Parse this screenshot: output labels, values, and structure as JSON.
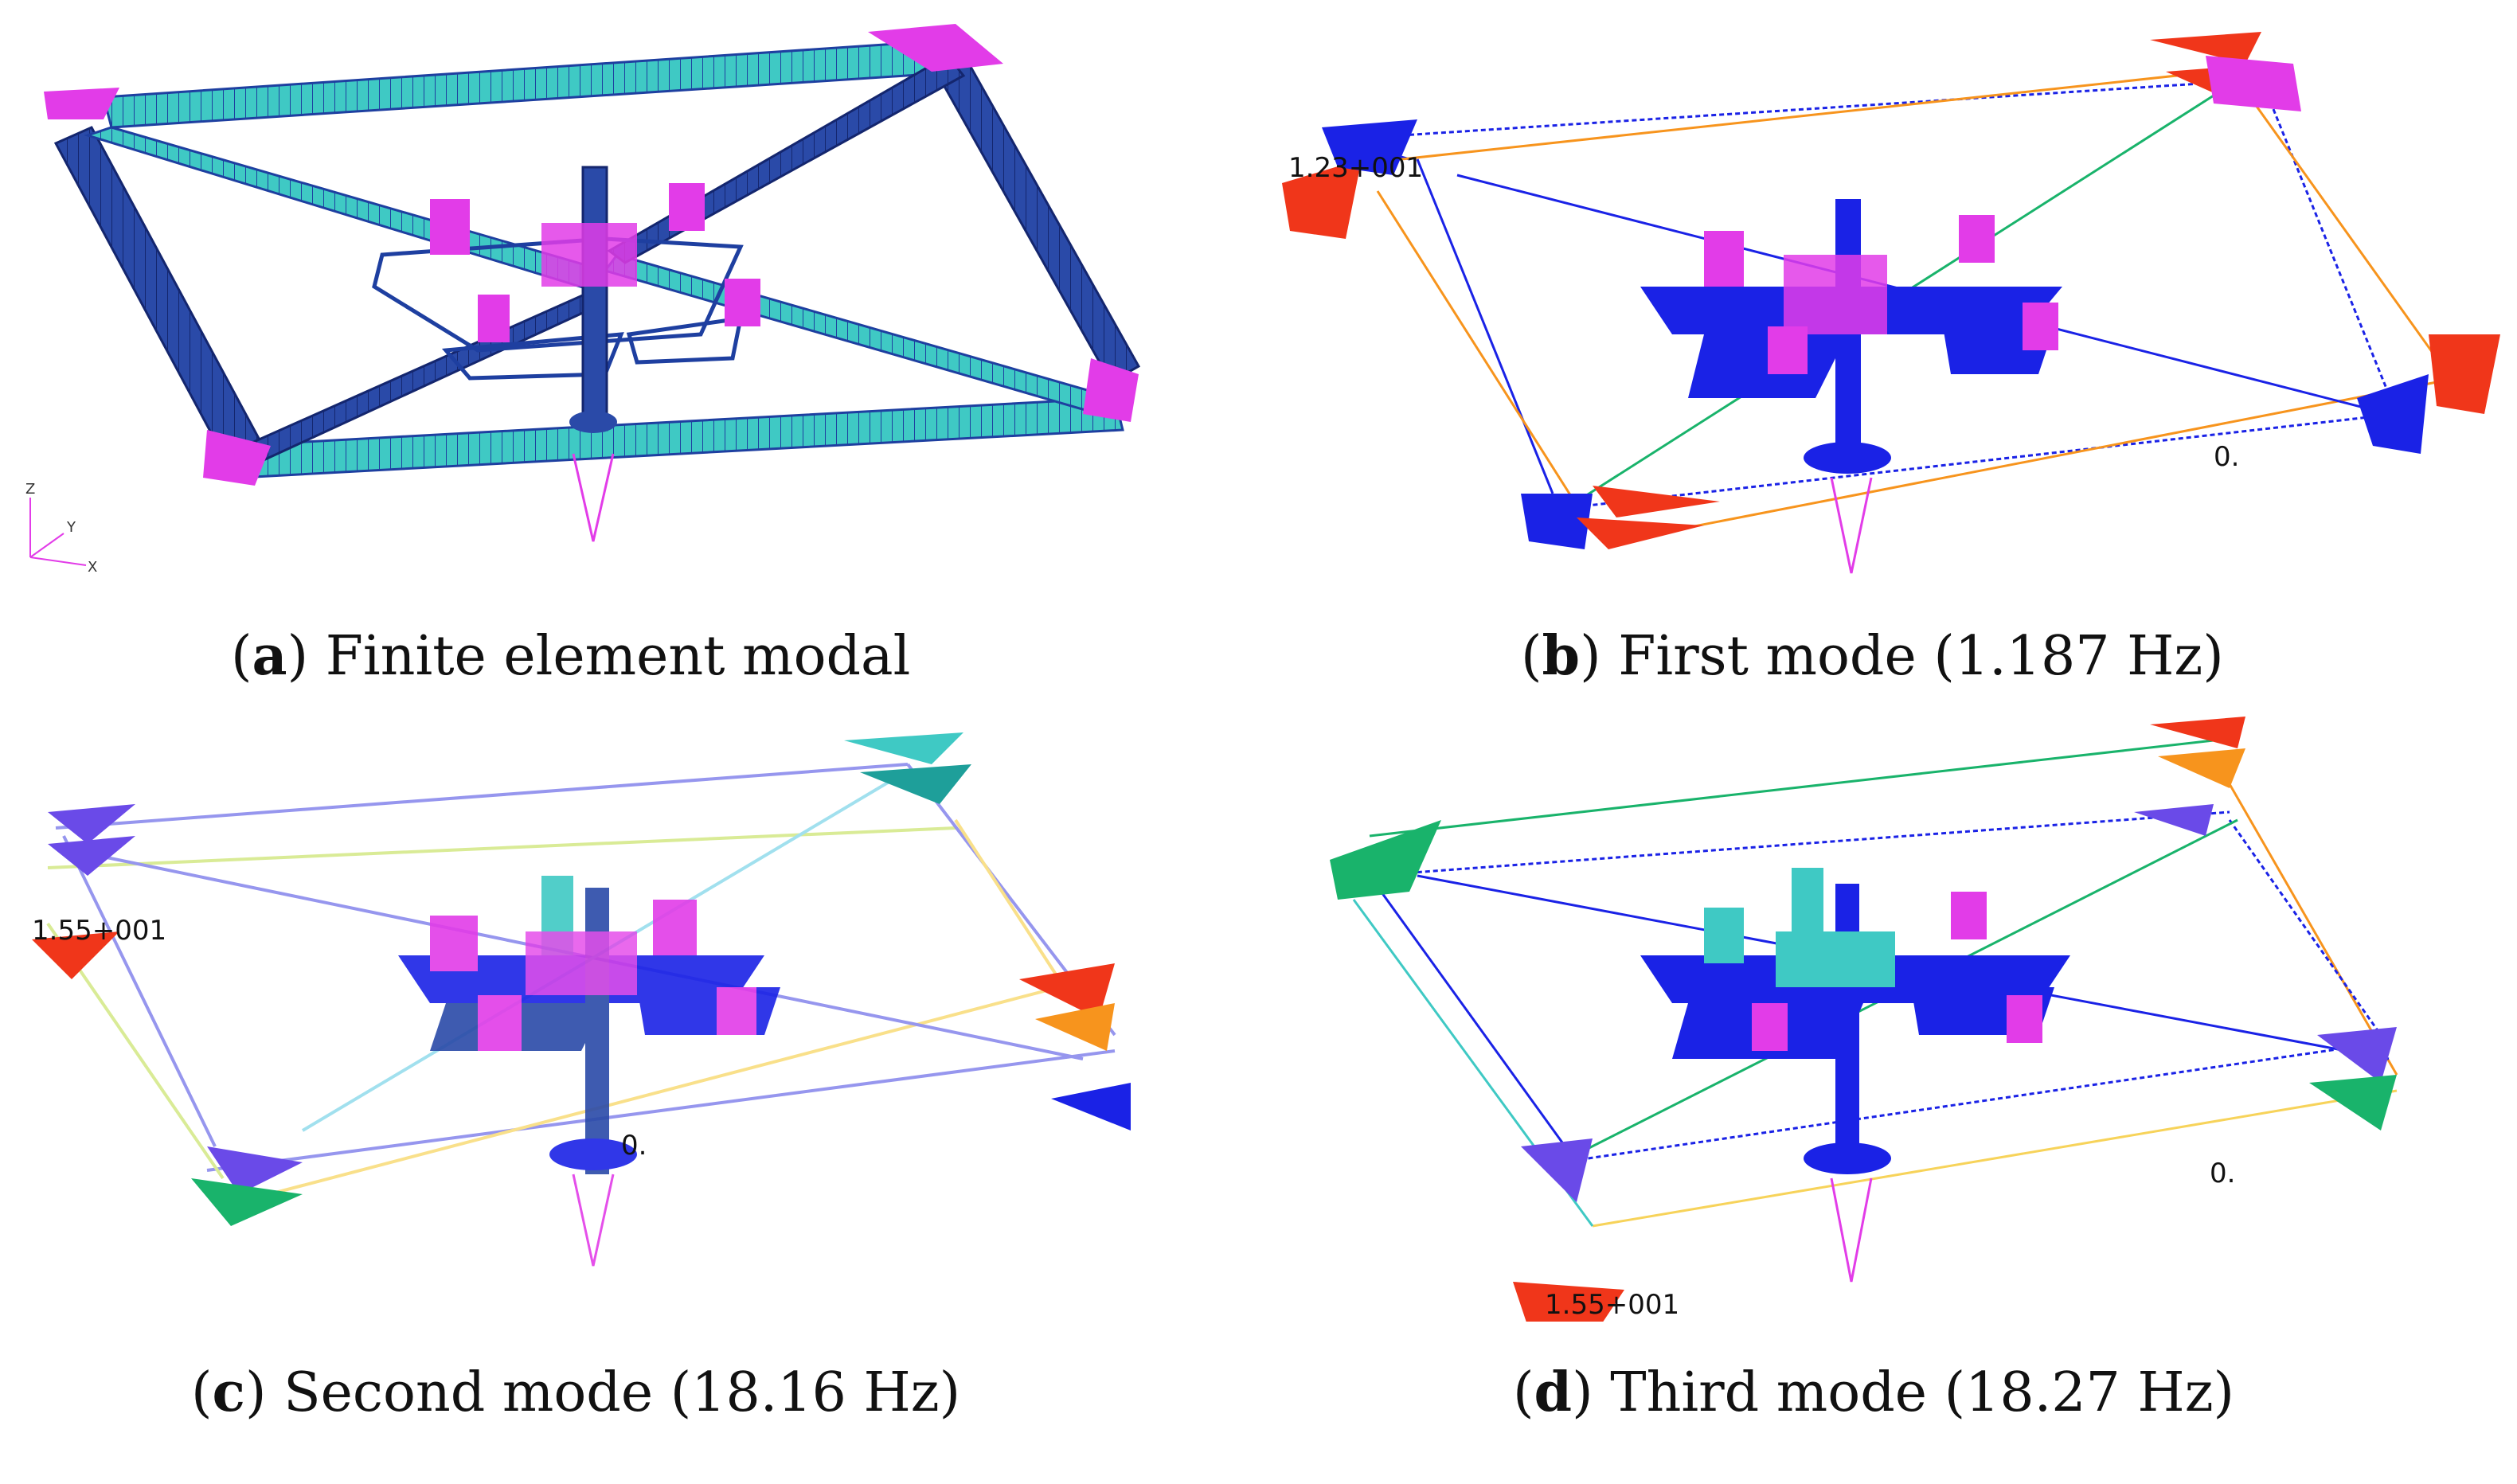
{
  "panels": [
    {
      "letter": "a",
      "caption": "Finite element modal"
    },
    {
      "letter": "b",
      "caption": "First mode (1.187 Hz)",
      "max_label": "1.23+001",
      "min_label": "0."
    },
    {
      "letter": "c",
      "caption": "Second mode (18.16 Hz)",
      "max_label": "1.55+001",
      "min_label": "0."
    },
    {
      "letter": "d",
      "caption": "Third mode (18.27 Hz)",
      "max_label": "1.55+001",
      "min_label": "0."
    }
  ],
  "axes": {
    "z": "Z",
    "y": "Y",
    "x": "X"
  },
  "colors": {
    "beam": "#3fc9c4",
    "beam_dark": "#1e3fa0",
    "magenta": "#e23ce8",
    "mesh_blue": "#1a22e6",
    "deform_red": "#f0361a",
    "deform_orange": "#f7941d",
    "deform_green": "#19b36b"
  }
}
